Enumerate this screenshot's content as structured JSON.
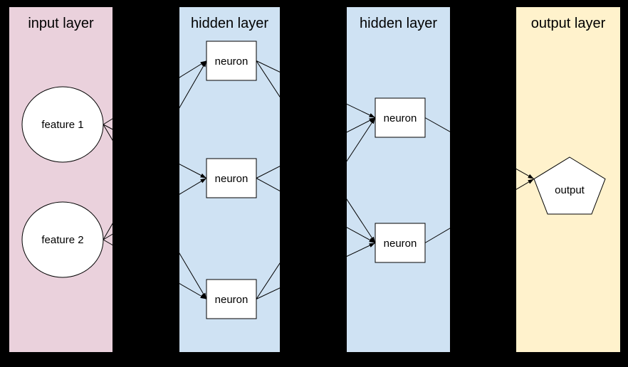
{
  "diagram": {
    "type": "neural-network",
    "canvas_color": "#000000",
    "node_fill_color": "#ffffff",
    "line_color": "#000000",
    "layers": [
      {
        "id": "input",
        "title": "input layer",
        "color": "#ead1dc"
      },
      {
        "id": "hidden1",
        "title": "hidden layer",
        "color": "#cfe2f3"
      },
      {
        "id": "hidden2",
        "title": "hidden layer",
        "color": "#cfe2f3"
      },
      {
        "id": "output",
        "title": "output layer",
        "color": "#fff2cc"
      }
    ],
    "nodes": [
      {
        "id": "feature1",
        "layer": "input",
        "shape": "circle",
        "label": "feature 1"
      },
      {
        "id": "feature2",
        "layer": "input",
        "shape": "circle",
        "label": "feature 2"
      },
      {
        "id": "h1-neuron1",
        "layer": "hidden1",
        "shape": "rectangle",
        "label": "neuron"
      },
      {
        "id": "h1-neuron2",
        "layer": "hidden1",
        "shape": "rectangle",
        "label": "neuron"
      },
      {
        "id": "h1-neuron3",
        "layer": "hidden1",
        "shape": "rectangle",
        "label": "neuron"
      },
      {
        "id": "h2-neuron1",
        "layer": "hidden2",
        "shape": "rectangle",
        "label": "neuron"
      },
      {
        "id": "h2-neuron2",
        "layer": "hidden2",
        "shape": "rectangle",
        "label": "neuron"
      },
      {
        "id": "output1",
        "layer": "output",
        "shape": "pentagon",
        "label": "output"
      }
    ],
    "edges": [
      {
        "from": "feature1",
        "to": "h1-neuron1"
      },
      {
        "from": "feature1",
        "to": "h1-neuron2"
      },
      {
        "from": "feature1",
        "to": "h1-neuron3"
      },
      {
        "from": "feature2",
        "to": "h1-neuron1"
      },
      {
        "from": "feature2",
        "to": "h1-neuron2"
      },
      {
        "from": "feature2",
        "to": "h1-neuron3"
      },
      {
        "from": "h1-neuron1",
        "to": "h2-neuron1"
      },
      {
        "from": "h1-neuron1",
        "to": "h2-neuron2"
      },
      {
        "from": "h1-neuron2",
        "to": "h2-neuron1"
      },
      {
        "from": "h1-neuron2",
        "to": "h2-neuron2"
      },
      {
        "from": "h1-neuron3",
        "to": "h2-neuron1"
      },
      {
        "from": "h1-neuron3",
        "to": "h2-neuron2"
      },
      {
        "from": "h2-neuron1",
        "to": "output1"
      },
      {
        "from": "h2-neuron2",
        "to": "output1"
      }
    ]
  }
}
